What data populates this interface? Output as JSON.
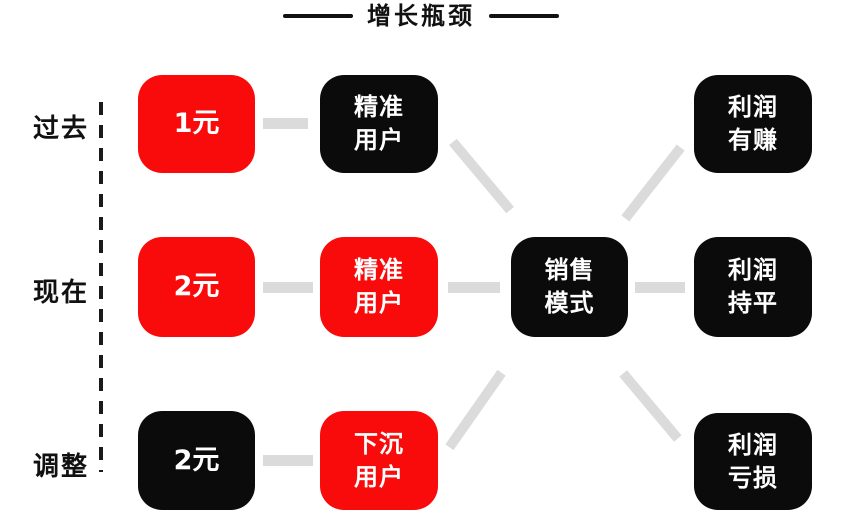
{
  "title": {
    "text": "增长瓶颈"
  },
  "row_labels": {
    "past": "过去",
    "present": "现在",
    "adjust": "调整"
  },
  "nodes": {
    "past_price": {
      "text": "1元",
      "color": "red"
    },
    "past_user": {
      "line1": "精准",
      "line2": "用户",
      "color": "black"
    },
    "past_profit": {
      "line1": "利润",
      "line2": "有赚",
      "color": "black"
    },
    "present_price": {
      "text": "2元",
      "color": "red"
    },
    "present_user": {
      "line1": "精准",
      "line2": "用户",
      "color": "red"
    },
    "sales_model": {
      "line1": "销售",
      "line2": "模式",
      "color": "black"
    },
    "present_profit": {
      "line1": "利润",
      "line2": "持平",
      "color": "black"
    },
    "adjust_price": {
      "text": "2元",
      "color": "black"
    },
    "adjust_user": {
      "line1": "下沉",
      "line2": "用户",
      "color": "red"
    },
    "adjust_profit": {
      "line1": "利润",
      "line2": "亏损",
      "color": "black"
    }
  },
  "colors": {
    "red": "#f90b0b",
    "black": "#0b0b0b",
    "connector": "#dbdbdb",
    "text_dark": "#111111"
  }
}
